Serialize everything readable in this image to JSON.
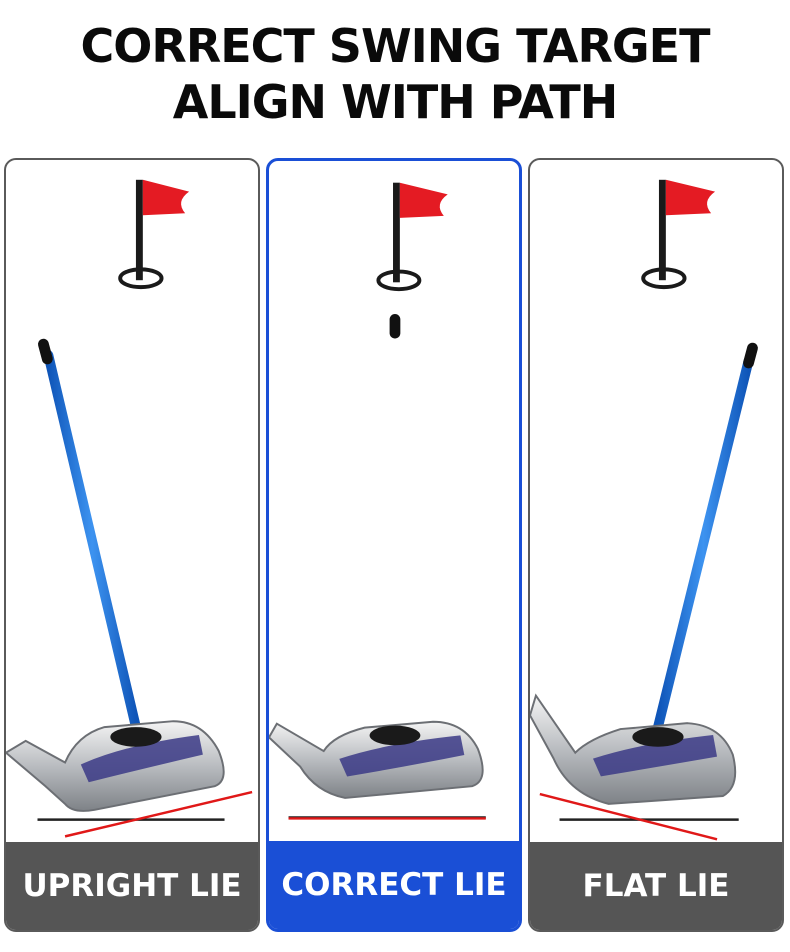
{
  "title": {
    "line1": "CORRECT SWING TARGET",
    "line2": "ALIGN WITH PATH"
  },
  "colors": {
    "accent_blue": "#1a4fd6",
    "label_gray": "#555555",
    "flag_red": "#e41b23",
    "stick_blue": "#1f73d6",
    "lie_line_red": "#e01818"
  },
  "panels": [
    {
      "label": "UPRIGHT LIE",
      "selected": false,
      "icon": "flag-in-hole-icon"
    },
    {
      "label": "CORRECT LIE",
      "selected": true,
      "icon": "flag-in-hole-icon"
    },
    {
      "label": "FLAT LIE",
      "selected": false,
      "icon": "flag-in-hole-icon"
    }
  ]
}
